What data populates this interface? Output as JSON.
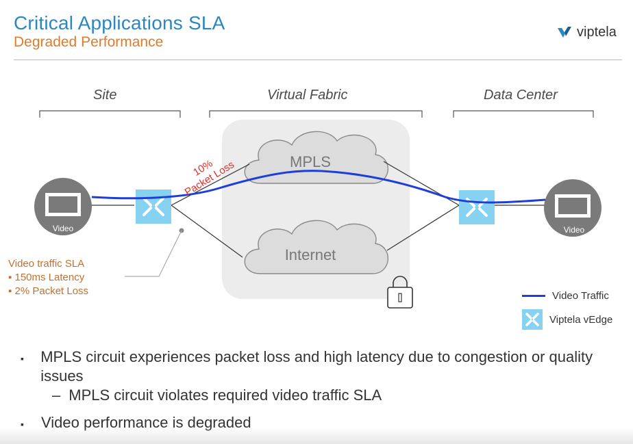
{
  "header": {
    "title": "Critical Applications SLA",
    "subtitle": "Degraded Performance",
    "logo_text": "viptela",
    "logo_icon": "viptela-logo-icon"
  },
  "columns": {
    "site": "Site",
    "fabric": "Virtual Fabric",
    "datacenter": "Data Center"
  },
  "clouds": {
    "mpls": "MPLS",
    "internet": "Internet"
  },
  "endpoints": {
    "left_label": "Video",
    "right_label": "Video"
  },
  "annotation": {
    "loss_pct": "10%",
    "loss_text": "Packet Loss"
  },
  "sla": {
    "title": "Video traffic SLA",
    "items": [
      "150ms Latency",
      "2% Packet Loss"
    ]
  },
  "legend": {
    "video_traffic": "Video Traffic",
    "vedge": "Viptela vEdge"
  },
  "bullets": {
    "b1": "MPLS circuit experiences packet loss and high latency due to congestion or quality issues",
    "b1_sub": "MPLS circuit violates required video traffic SLA",
    "b2": "Video performance is degraded"
  },
  "colors": {
    "title": "#2e86c1",
    "subtitle": "#e07b2a",
    "video_traffic": "#1f3ed8",
    "loss_annotation": "#e0302a",
    "vedge": "#87d2f0",
    "sla_text": "#c0702e"
  }
}
